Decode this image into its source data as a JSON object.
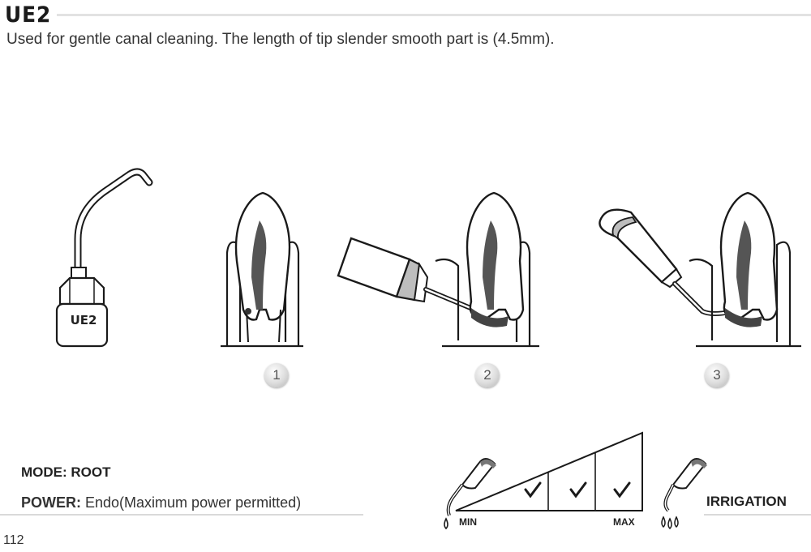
{
  "header": {
    "title": "UE2",
    "description": "Used for gentle canal cleaning. The length of tip slender smooth part is (4.5mm)."
  },
  "tip": {
    "label": "UE2"
  },
  "steps": [
    {
      "number": "1"
    },
    {
      "number": "2"
    },
    {
      "number": "3"
    }
  ],
  "settings": {
    "mode": "MODE: ROOT",
    "power_label": "POWER:",
    "power_value": "Endo(Maximum power permitted)"
  },
  "power_scale": {
    "min_label": "MIN",
    "max_label": "MAX",
    "checked_levels": 3
  },
  "irrigation": {
    "label": "IRRIGATION"
  },
  "footer": {
    "page_number": "112"
  },
  "colors": {
    "line": "#1a1a1a",
    "shade": "#555555",
    "rule": "#e2e2e2"
  }
}
